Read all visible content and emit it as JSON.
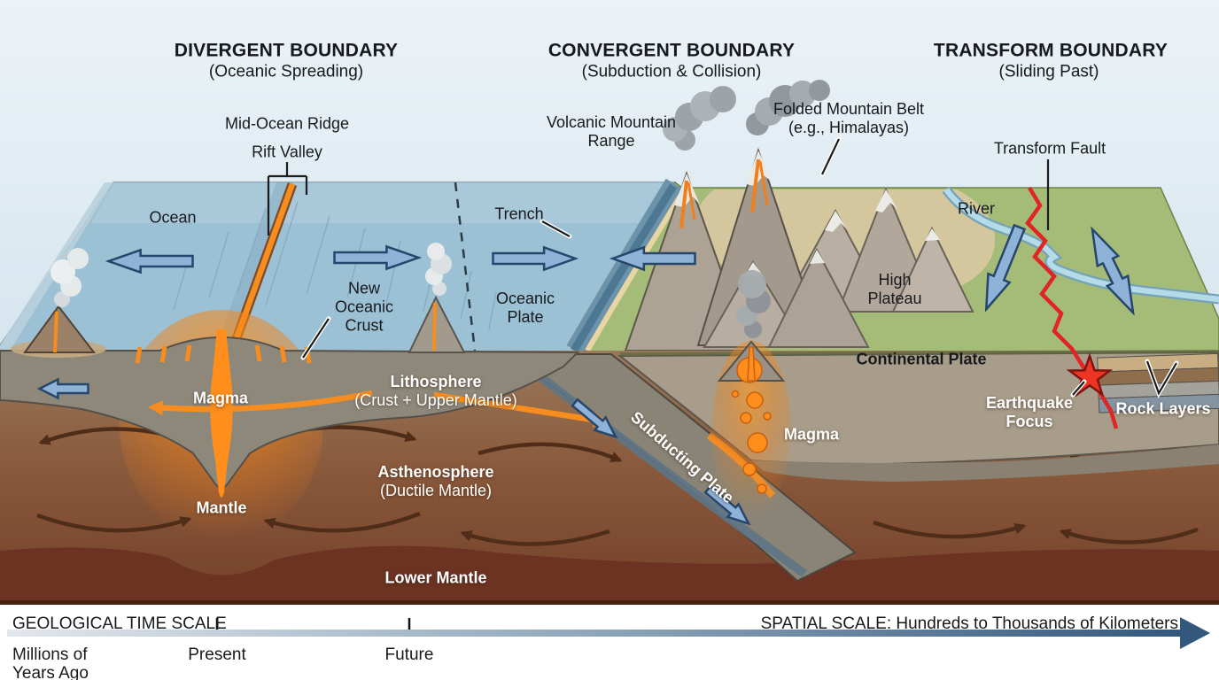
{
  "sections": {
    "divergent": {
      "title": "DIVERGENT BOUNDARY",
      "subtitle": "(Oceanic Spreading)"
    },
    "convergent": {
      "title": "CONVERGENT BOUNDARY",
      "subtitle": "(Subduction & Collision)"
    },
    "transform": {
      "title": "TRANSFORM BOUNDARY",
      "subtitle": "(Sliding Past)"
    }
  },
  "surface_labels": {
    "ocean": "Ocean",
    "mid_ocean_ridge": "Mid-Ocean Ridge",
    "rift_valley": "Rift Valley",
    "new_oceanic_crust": "New Oceanic Crust",
    "trench": "Trench",
    "oceanic_plate": "Oceanic Plate",
    "volcanic_mountain_range": "Volcanic Mountain Range",
    "folded_mountain_belt": "Folded Mountain Belt",
    "folded_mountain_belt_example": "(e.g., Himalayas)",
    "transform_fault": "Transform Fault",
    "river": "River",
    "high_plateau": "High Plateau",
    "continental_plate": "Continental Plate"
  },
  "interior_labels": {
    "magma_left": "Magma",
    "magma_right": "Magma",
    "mantle": "Mantle",
    "lower_mantle": "Lower Mantle",
    "lithosphere": "Lithosphere",
    "lithosphere_sub": "(Crust + Upper Mantle)",
    "asthenosphere": "Asthenosphere",
    "asthenosphere_sub": "(Ductile Mantle)",
    "subducting_plate": "Subducting Plate",
    "earthquake_focus": "Earthquake Focus",
    "rock_layers": "Rock Layers"
  },
  "footer": {
    "time_scale_title": "GEOLOGICAL TIME SCALE",
    "spatial_scale_title": "SPATIAL SCALE: Hundreds to Thousands of Kilometers",
    "axis_start_label": "Millions of Years Ago",
    "tick_present": "Present",
    "tick_future": "Future"
  },
  "colors": {
    "sky_top": "#e9f1f6",
    "sky_bottom": "#c6dbe9",
    "ocean": "#9cc0d4",
    "trench_blue": "#5d87a2",
    "land_green": "#a4bc78",
    "plateau_tan": "#d4c79e",
    "mountain_gray": "#ada394",
    "lithosphere_gray": "#8e887b",
    "continental_tan": "#a79d8a",
    "mantle_top": "#9a7a5c",
    "mantle_deep": "#74402a",
    "lower_mantle": "#6c3323",
    "magma_orange": "#ff8e1c",
    "arrow_blue": "#8fb2d8",
    "arrow_blue_stroke": "#26466b",
    "convection_brown": "#4f2d18",
    "fault_red": "#e02525",
    "star_red": "#ee3524",
    "river_blue": "#b5dbe9",
    "timeline_dark": "#33587e"
  }
}
